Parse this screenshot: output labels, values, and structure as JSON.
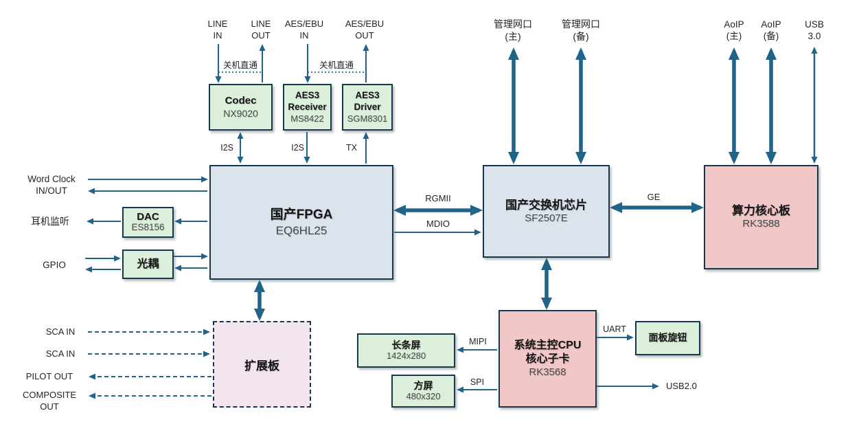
{
  "colors": {
    "arrow": "#20648a",
    "box_border": "#16384e",
    "green_fill": "#dcefdb",
    "bluegray_fill": "#dbe3ec",
    "pink_fill": "#f1c7c8",
    "lavender_fill": "#f2e5ef"
  },
  "ports": {
    "line_in": "LINE\nIN",
    "line_out": "LINE\nOUT",
    "aes_in": "AES/EBU\nIN",
    "aes_out": "AES/EBU\nOUT",
    "mgmt_main": "管理网口\n(主)",
    "mgmt_backup": "管理网口\n(备)",
    "aoip_main": "AoIP\n(主)",
    "aoip_backup": "AoIP\n(备)",
    "usb3": "USB\n3.0",
    "word_clock": "Word Clock\nIN/OUT",
    "headphone": "耳机监听",
    "gpio": "GPIO",
    "sca_in_1": "SCA IN",
    "sca_in_2": "SCA IN",
    "pilot_out": "PILOT OUT",
    "composite_out": "COMPOSITE\nOUT",
    "usb2": "USB2.0"
  },
  "buses": {
    "bypass_left": "关机直通",
    "bypass_right": "关机直通",
    "i2s_codec": "I2S",
    "i2s_receiver": "I2S",
    "tx": "TX",
    "rgmii": "RGMII",
    "mdio": "MDIO",
    "ge": "GE",
    "mipi": "MIPI",
    "spi": "SPI",
    "uart": "UART"
  },
  "boxes": {
    "codec": {
      "title": "Codec",
      "part": "NX9020"
    },
    "aes3_receiver": {
      "title": "AES3 Receiver",
      "part": "MS8422"
    },
    "aes3_driver": {
      "title": "AES3 Driver",
      "part": "SGM8301"
    },
    "fpga": {
      "title": "国产FPGA",
      "part": "EQ6HL25"
    },
    "dac": {
      "title": "DAC",
      "part": "ES8156"
    },
    "optocoupler": {
      "title": "光耦"
    },
    "expansion": {
      "title": "扩展板"
    },
    "switch": {
      "title": "国产交换机芯片",
      "part": "SF2507E"
    },
    "compute": {
      "title": "算力核心板",
      "part": "RK3588"
    },
    "cpu": {
      "title": "系统主控CPU",
      "subtitle": "核心子卡",
      "part": "RK3568"
    },
    "long_screen": {
      "title": "长条屏",
      "part": "1424x280"
    },
    "square_screen": {
      "title": "方屏",
      "part": "480x320"
    },
    "panel_knob": {
      "title": "面板旋钮"
    }
  }
}
